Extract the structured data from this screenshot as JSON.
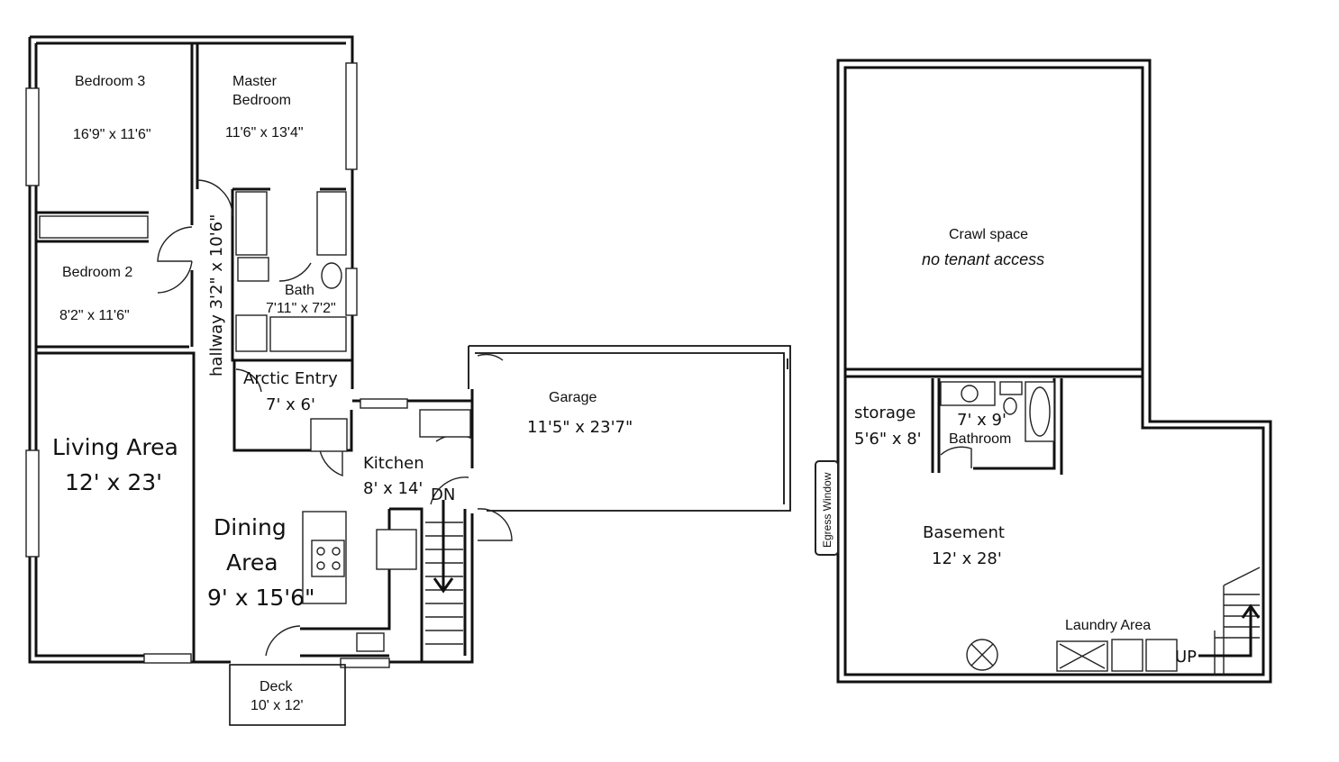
{
  "main_floor": {
    "bedroom3": {
      "name": "Bedroom 3",
      "size": "16'9\" x 11'6\""
    },
    "master": {
      "name_line1": "Master",
      "name_line2": "Bedroom",
      "size": "11'6\" x 13'4\""
    },
    "bedroom2": {
      "name": "Bedroom 2",
      "size": "8'2\" x 11'6\""
    },
    "hallway": {
      "label": "hallway 3'2\" x 10'6\""
    },
    "bath": {
      "name": "Bath",
      "size": "7'11\" x 7'2\""
    },
    "arctic_entry": {
      "name": "Arctic Entry",
      "size": "7' x 6'"
    },
    "living": {
      "name": "Living Area",
      "size": "12' x 23'"
    },
    "kitchen": {
      "name": "Kitchen",
      "size": "8' x 14'"
    },
    "stairs_down": "DN",
    "dining": {
      "name_line1": "Dining",
      "name_line2": "Area",
      "size": "9' x 15'6\""
    },
    "deck": {
      "name": "Deck",
      "size": "10' x 12'"
    },
    "garage": {
      "name": "Garage",
      "size": "11'5\" x 23'7\""
    }
  },
  "basement_floor": {
    "crawl": {
      "name": "Crawl space",
      "note": "no tenant access"
    },
    "storage": {
      "name": "storage",
      "size": "5'6\" x 8'"
    },
    "bathroom": {
      "size": "7' x 9'",
      "name": "Bathroom"
    },
    "egress": "Egress Window",
    "basement": {
      "name": "Basement",
      "size": "12' x 28'"
    },
    "laundry": "Laundry Area",
    "stairs_up": "UP"
  }
}
